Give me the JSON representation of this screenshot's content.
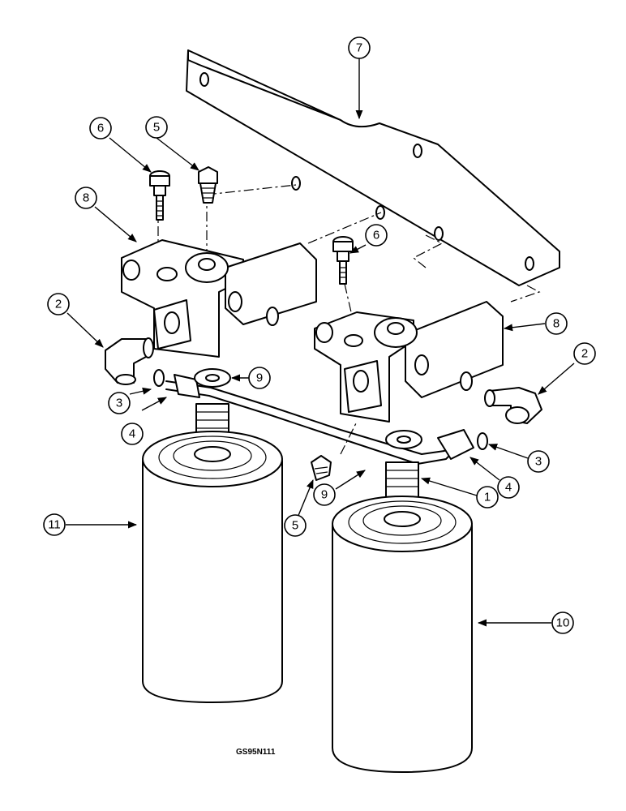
{
  "figure_code": "GS95N111",
  "callouts": [
    "1",
    "2",
    "3",
    "4",
    "5",
    "6",
    "7",
    "8",
    "9",
    "10",
    "11"
  ]
}
